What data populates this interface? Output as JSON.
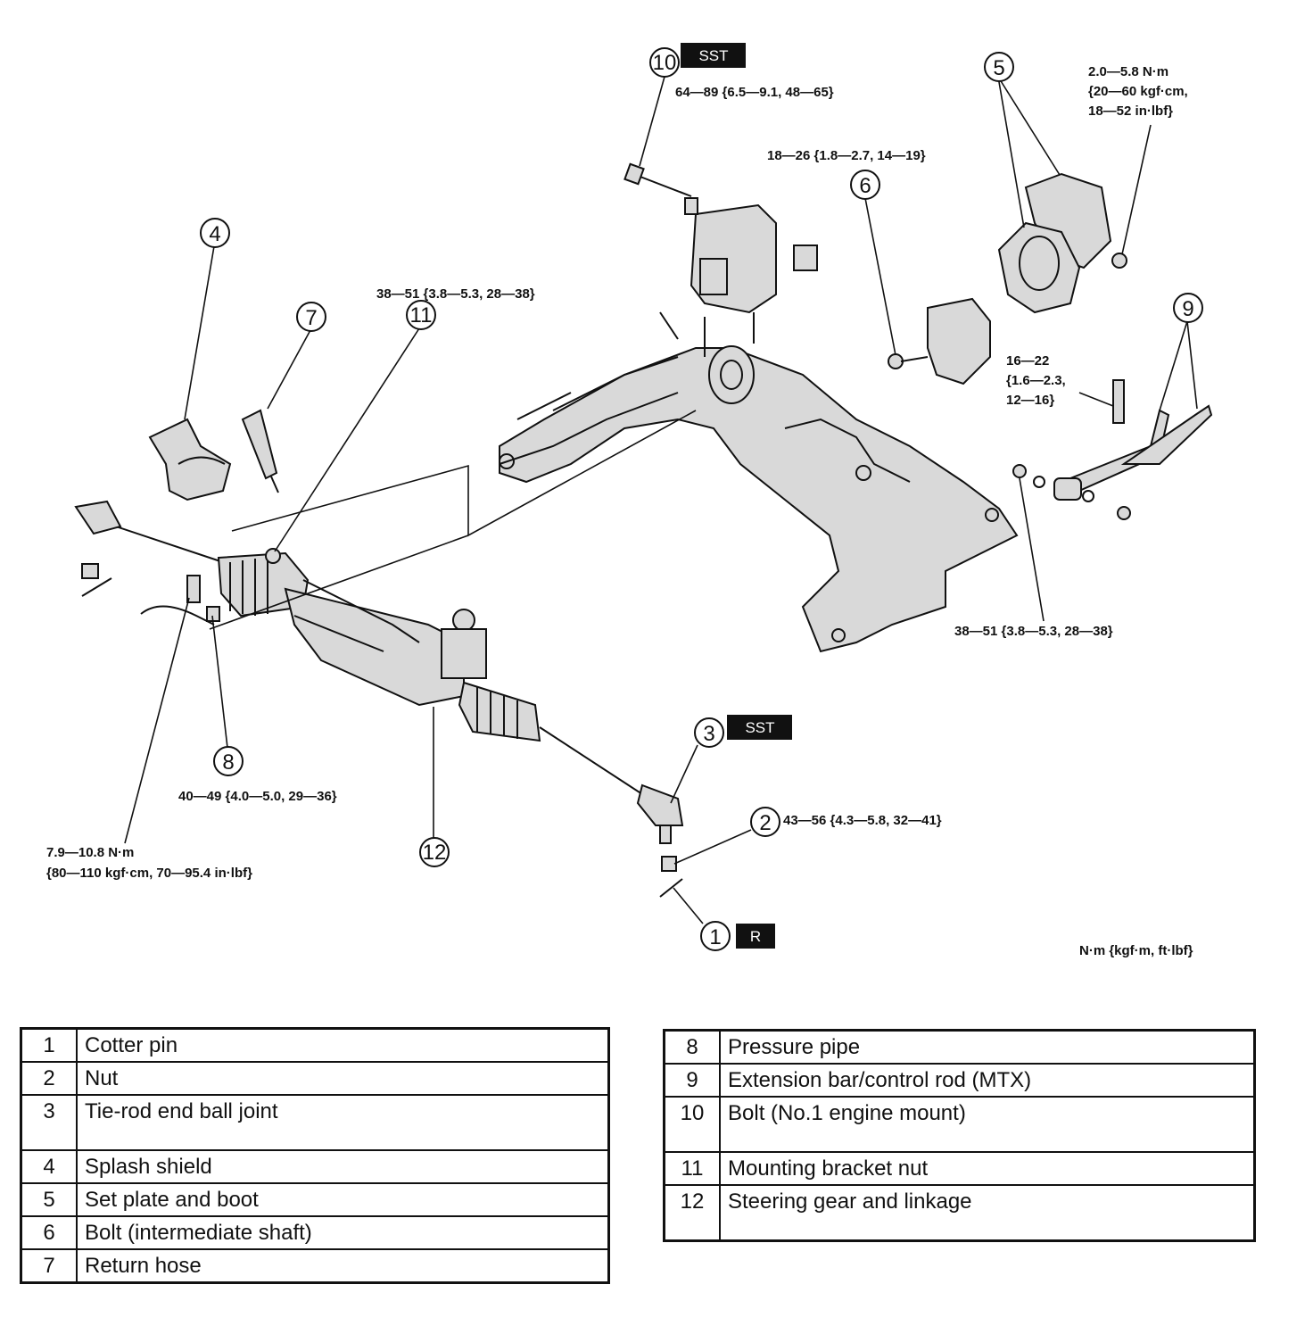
{
  "callouts": [
    "1",
    "2",
    "3",
    "4",
    "5",
    "6",
    "7",
    "8",
    "9",
    "10",
    "11",
    "12"
  ],
  "badges": {
    "sst_a": "SST",
    "sst_b": "SST",
    "r": "R"
  },
  "torques": {
    "t10": "64—89 {6.5—9.1, 48—65}",
    "t5a": "2.0—5.8 N·m",
    "t5b": "{20—60 kgf·cm,",
    "t5c": "18—52 in·lbf}",
    "t6": "18—26 {1.8—2.7, 14—19}",
    "t11": "38—51 {3.8—5.3, 28—38}",
    "t9a": "16—22",
    "t9b": "{1.6—2.3,",
    "t9c": "12—16}",
    "t9nut": "38—51 {3.8—5.3, 28—38}",
    "t8": "40—49 {4.0—5.0, 29—36}",
    "t7a": "7.9—10.8 N·m",
    "t7b": "{80—110 kgf·cm, 70—95.4 in·lbf}",
    "t2": "43—56 {4.3—5.8, 32—41}",
    "units": "N·m {kgf·m, ft·lbf}"
  },
  "parts_left": [
    {
      "num": "1",
      "name": "Cotter pin"
    },
    {
      "num": "2",
      "name": "Nut"
    },
    {
      "num": "3",
      "name": "Tie-rod end ball joint"
    },
    {
      "num": "4",
      "name": "Splash shield"
    },
    {
      "num": "5",
      "name": "Set plate and boot"
    },
    {
      "num": "6",
      "name": "Bolt (intermediate shaft)"
    },
    {
      "num": "7",
      "name": "Return hose"
    }
  ],
  "parts_right": [
    {
      "num": "8",
      "name": "Pressure pipe"
    },
    {
      "num": "9",
      "name": "Extension bar/control rod (MTX)"
    },
    {
      "num": "10",
      "name": "Bolt (No.1 engine mount)"
    },
    {
      "num": "11",
      "name": "Mounting bracket nut"
    },
    {
      "num": "12",
      "name": "Steering gear and linkage"
    }
  ]
}
